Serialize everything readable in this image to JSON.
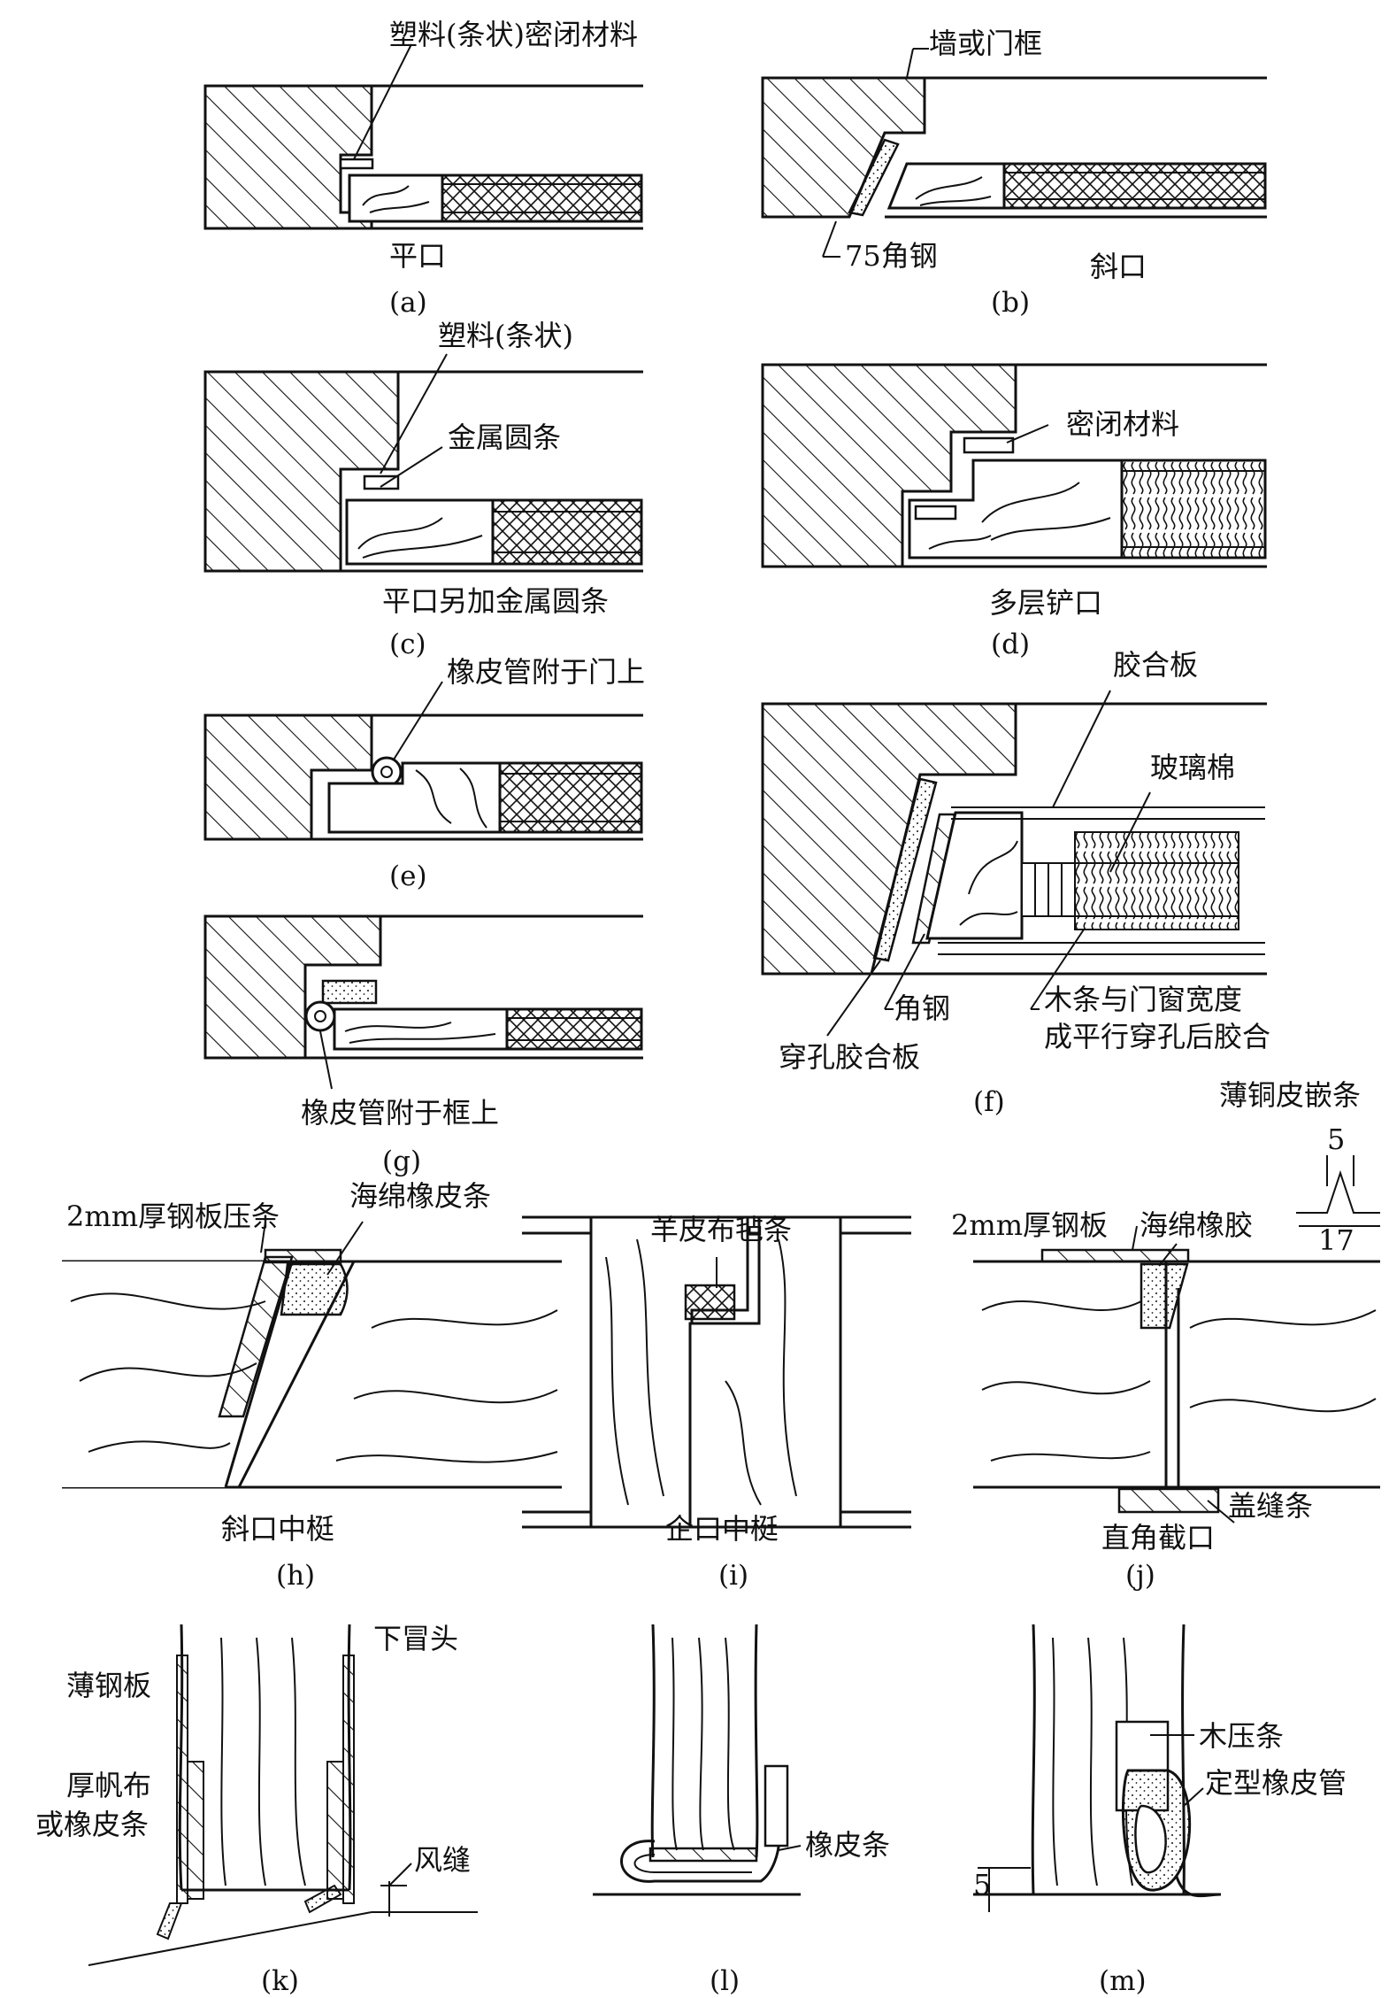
{
  "labels": {
    "a_seal": "塑料(条状)密闭材料",
    "a_name": "平口",
    "a_cap": "(a)",
    "b_frame": "墙或门框",
    "b_angle": "75角钢",
    "b_name": "斜口",
    "b_cap": "(b)",
    "c_plastic": "塑料(条状)",
    "c_rod": "金属圆条",
    "c_name": "平口另加金属圆条",
    "c_cap": "(c)",
    "d_seal": "密闭材料",
    "d_name": "多层铲口",
    "d_cap": "(d)",
    "e_tube": "橡皮管附于门上",
    "e_cap": "(e)",
    "f_ply": "胶合板",
    "f_glass": "玻璃棉",
    "f_angle": "角钢",
    "f_strip1": "木条与门窗宽度",
    "f_strip2": "成平行穿孔后胶合",
    "f_perf": "穿孔胶合板",
    "f_cap": "(f)",
    "g_tube": "橡皮管附于框上",
    "g_cap": "(g)",
    "h_plate": "2mm厚钢板压条",
    "h_sponge": "海绵橡皮条",
    "h_name": "斜口中梃",
    "h_cap": "(h)",
    "i_felt": "羊皮布毡条",
    "i_name": "企口中梃",
    "i_cap": "(i)",
    "j_copper": "薄铜皮嵌条",
    "j_dim5": "5",
    "j_dim17": "17",
    "j_plate": "2mm厚钢板",
    "j_sponge": "海绵橡胶",
    "j_name": "直角截口",
    "j_cover": "盖缝条",
    "j_cap": "(j)",
    "k_head": "下冒头",
    "k_steel": "薄钢板",
    "k_canvas1": "厚帆布",
    "k_canvas2": "或橡皮条",
    "k_gap": "风缝",
    "k_cap": "(k)",
    "l_rubber": "橡皮条",
    "l_cap": "(l)",
    "m_strip": "木压条",
    "m_tube": "定型橡皮管",
    "m_dim5": "5",
    "m_cap": "(m)"
  }
}
